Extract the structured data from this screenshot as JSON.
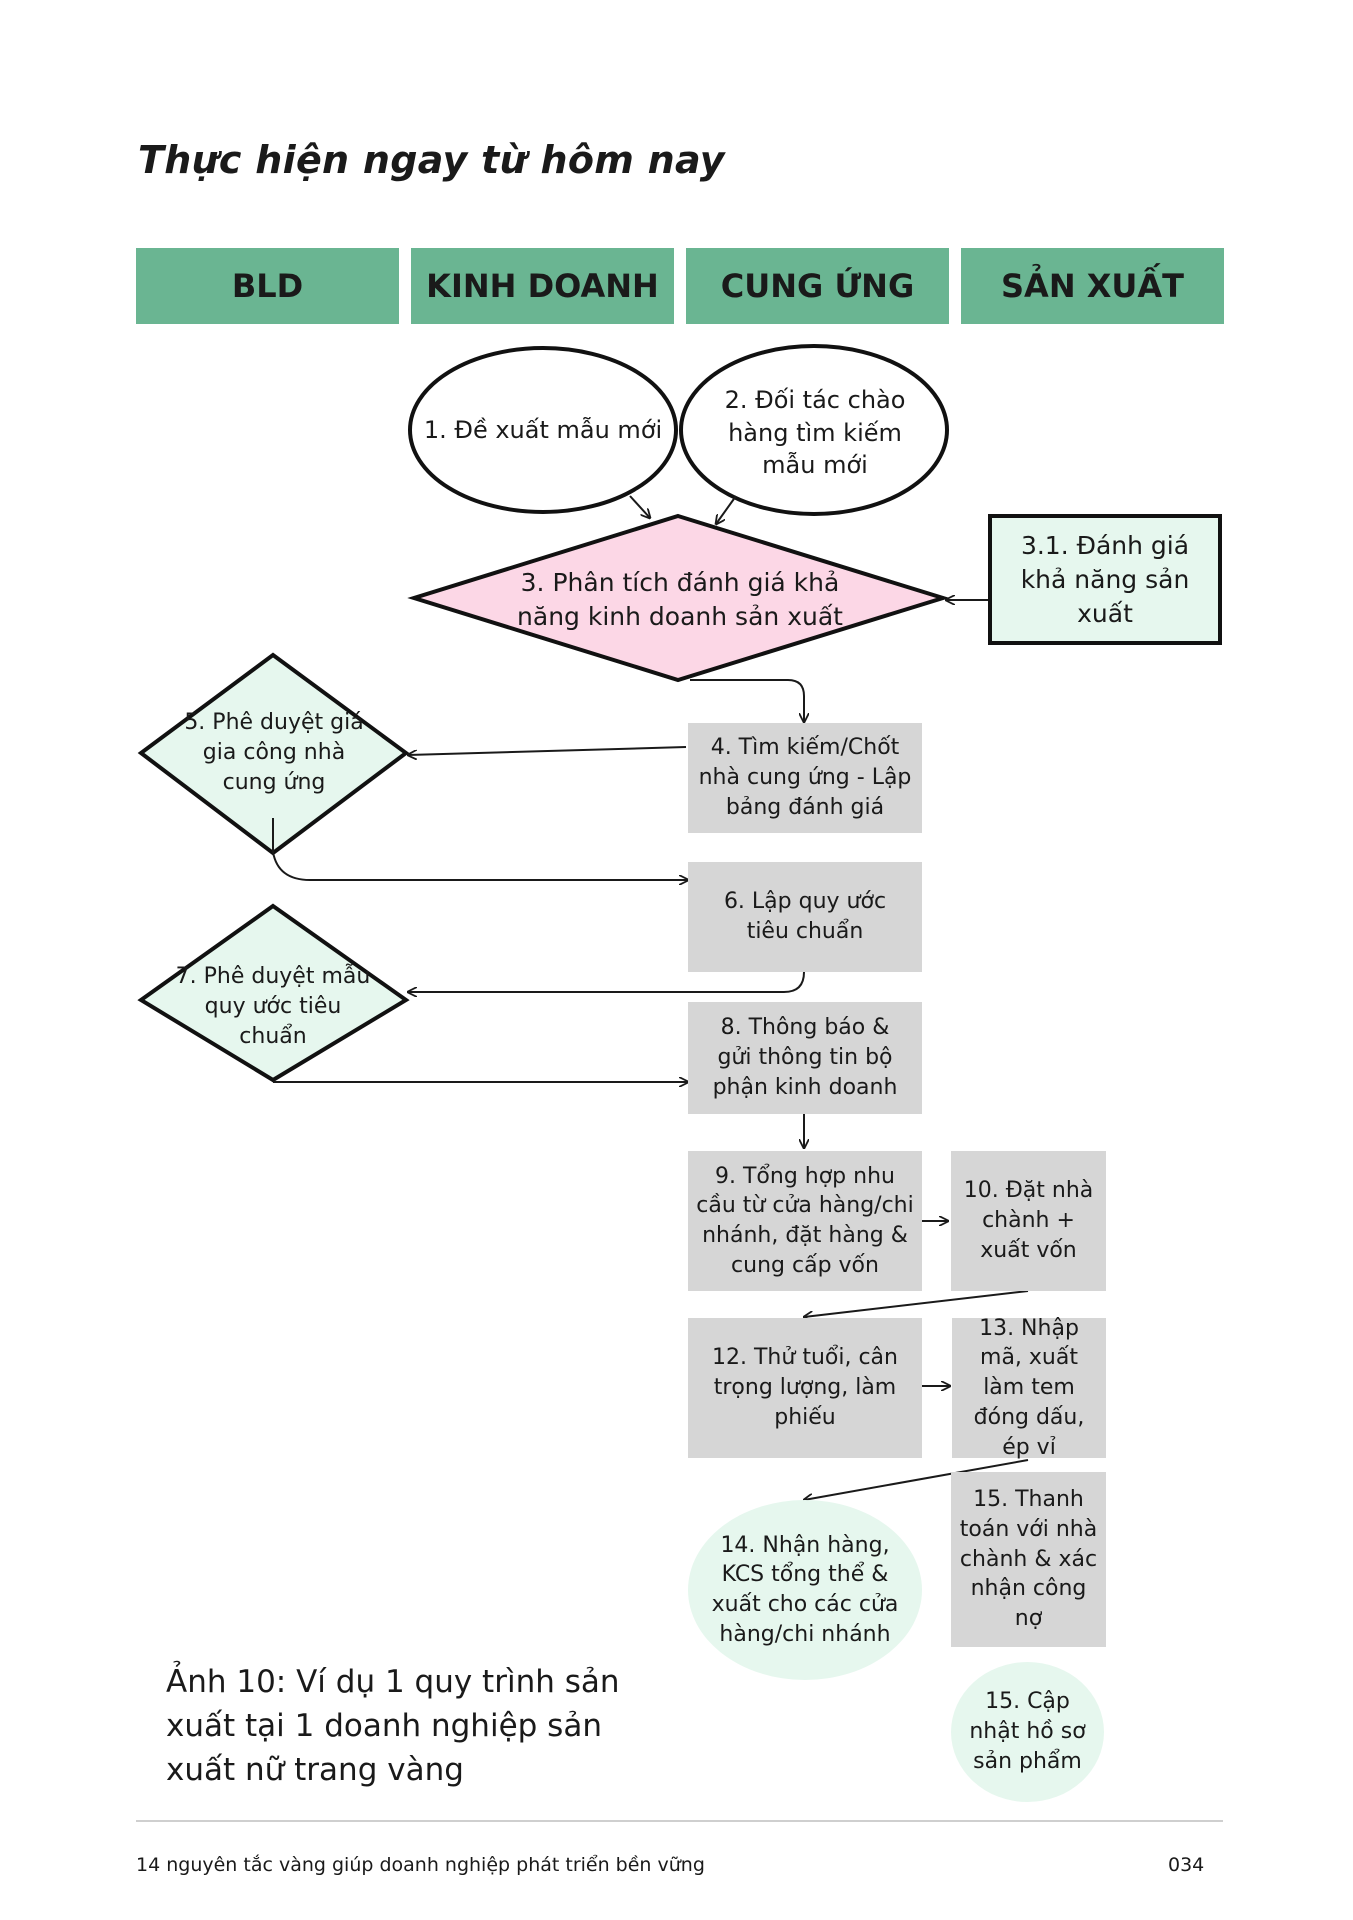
{
  "title": "Thực hiện ngay từ hôm nay",
  "lanes": [
    "BLD",
    "KINH DOANH",
    "CUNG ỨNG",
    "SẢN XUẤT"
  ],
  "nodes": {
    "n1": "1. Đề xuất mẫu mới",
    "n2": "2. Đối tác chào hàng tìm kiếm mẫu mới",
    "n3": "3. Phân tích đánh giá khả năng kinh doanh sản xuất",
    "n31": "3.1. Đánh giá khả năng sản xuất",
    "n4": "4. Tìm kiếm/Chốt nhà cung ứng - Lập bảng đánh giá",
    "n5": "5. Phê duyệt giá gia công nhà cung ứng",
    "n6": "6. Lập quy ước tiêu chuẩn",
    "n7": "7. Phê duyệt mẫu quy ước tiêu chuẩn",
    "n8": "8. Thông báo & gửi thông tin bộ phận kinh doanh",
    "n9": "9. Tổng hợp nhu cầu từ cửa hàng/chi nhánh, đặt hàng & cung cấp vốn",
    "n10": "10. Đặt nhà chành + xuất vốn",
    "n12": "12. Thử tuổi, cân trọng lượng, làm phiếu",
    "n13": "13. Nhập mã, xuất làm tem đóng dấu, ép vỉ",
    "n14": "14. Nhận hàng, KCS tổng thể & xuất cho các cửa hàng/chi nhánh",
    "n15a": "15. Thanh toán với nhà chành & xác nhận công nợ",
    "n15b": "15. Cập nhật hồ sơ sản phẩm"
  },
  "caption": "Ảnh 10: Ví dụ 1 quy trình sản xuất tại 1 doanh nghiệp sản xuất nữ trang vàng",
  "footer": {
    "left": "14 nguyên tắc vàng giúp doanh nghiệp phát triển bền vững",
    "page": "034"
  }
}
